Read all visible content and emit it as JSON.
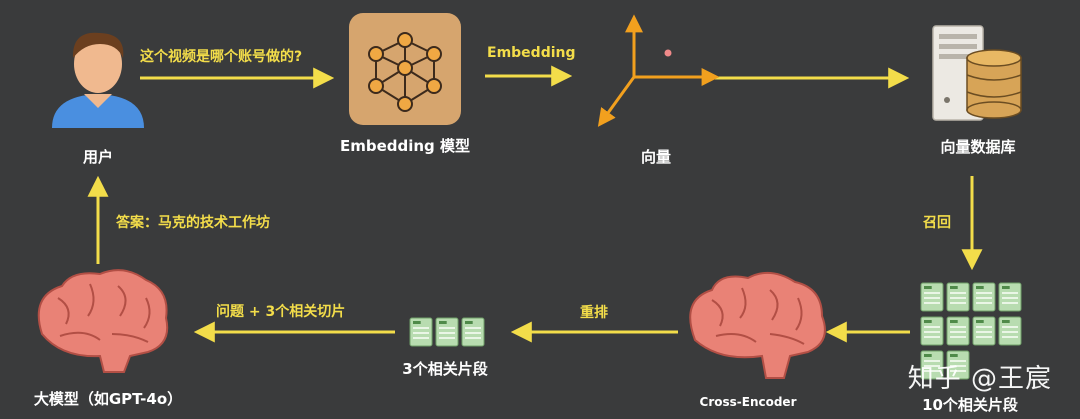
{
  "nodes": {
    "user": "用户",
    "embedding_model": "Embedding 模型",
    "vector": "向量",
    "vector_db": "向量数据库",
    "top10": "10个相关片段",
    "cross_encoder": "Cross-Encoder",
    "top3": "3个相关片段",
    "llm": "大模型（如GPT-4o）"
  },
  "edges": {
    "question": "这个视频是哪个账号做的?",
    "embedding": "Embedding",
    "recall": "召回",
    "rerank": "重排",
    "question_plus": "问题 + 3个相关切片",
    "answer": "答案：马克的技术工作坊"
  },
  "watermark": "知乎 @王宸",
  "colors": {
    "arrow": "#f3dd4a",
    "background": "#3a3b3c",
    "axes": "#f2a01e",
    "brain": "#e98276"
  }
}
